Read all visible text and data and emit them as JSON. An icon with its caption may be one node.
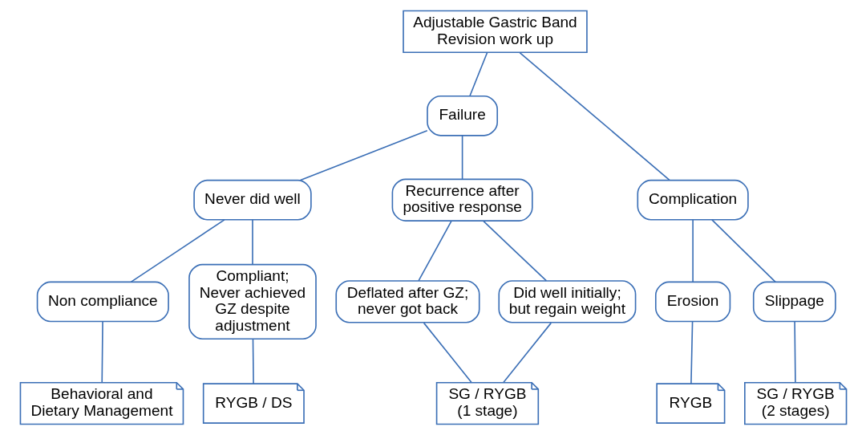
{
  "diagram": {
    "nodes": [
      {
        "text": [
          "Adjustable Gastric Band Revision work up"
        ]
      },
      {
        "text": [
          "Failure"
        ]
      },
      {
        "text": [
          "Complication"
        ]
      },
      {
        "text": [
          "Never did well"
        ]
      },
      {
        "text": [
          "Recurrence after positive response"
        ]
      },
      {
        "text": [
          "Erosion"
        ]
      },
      {
        "text": [
          "Slippage"
        ]
      },
      {
        "text": [
          "Non compliance"
        ]
      },
      {
        "text": [
          "Compliant; Never achieved GZ despite adjustment"
        ]
      },
      {
        "text": [
          "Deflated after GZ; never got back"
        ]
      },
      {
        "text": [
          "Did well initially; but regain weight"
        ]
      },
      {
        "text": [
          "Behavioral and Dietary Management"
        ]
      },
      {
        "text": [
          "RYGB / DS"
        ]
      },
      {
        "text": [
          "SG / RYGB (1 stage)"
        ]
      },
      {
        "text": [
          "RYGB"
        ]
      },
      {
        "text": [
          "SG / RYGB (2 stages)"
        ]
      }
    ],
    "edges": [
      {
        "from": 0,
        "to": 1,
        "arrow": "none"
      },
      {
        "from": 0,
        "to": 2,
        "arrow": "none"
      },
      {
        "from": 1,
        "to": 3,
        "arrow": "none"
      },
      {
        "from": 1,
        "to": 4,
        "arrow": "none"
      },
      {
        "from": 2,
        "to": 5,
        "arrow": "none"
      },
      {
        "from": 2,
        "to": 6,
        "arrow": "none"
      },
      {
        "from": 3,
        "to": 7,
        "arrow": "none"
      },
      {
        "from": 3,
        "to": 8,
        "arrow": "none"
      },
      {
        "from": 4,
        "to": 9,
        "arrow": "none"
      },
      {
        "from": 4,
        "to": 10,
        "arrow": "none"
      },
      {
        "from": 7,
        "to": 11,
        "arrow": "none"
      },
      {
        "from": 8,
        "to": 12,
        "arrow": "none"
      },
      {
        "from": 9,
        "to": 13,
        "arrow": "none"
      },
      {
        "from": 10,
        "to": 13,
        "arrow": "none"
      },
      {
        "from": 5,
        "to": 14,
        "arrow": "none"
      },
      {
        "from": 6,
        "to": 15,
        "arrow": "none"
      }
    ]
  }
}
